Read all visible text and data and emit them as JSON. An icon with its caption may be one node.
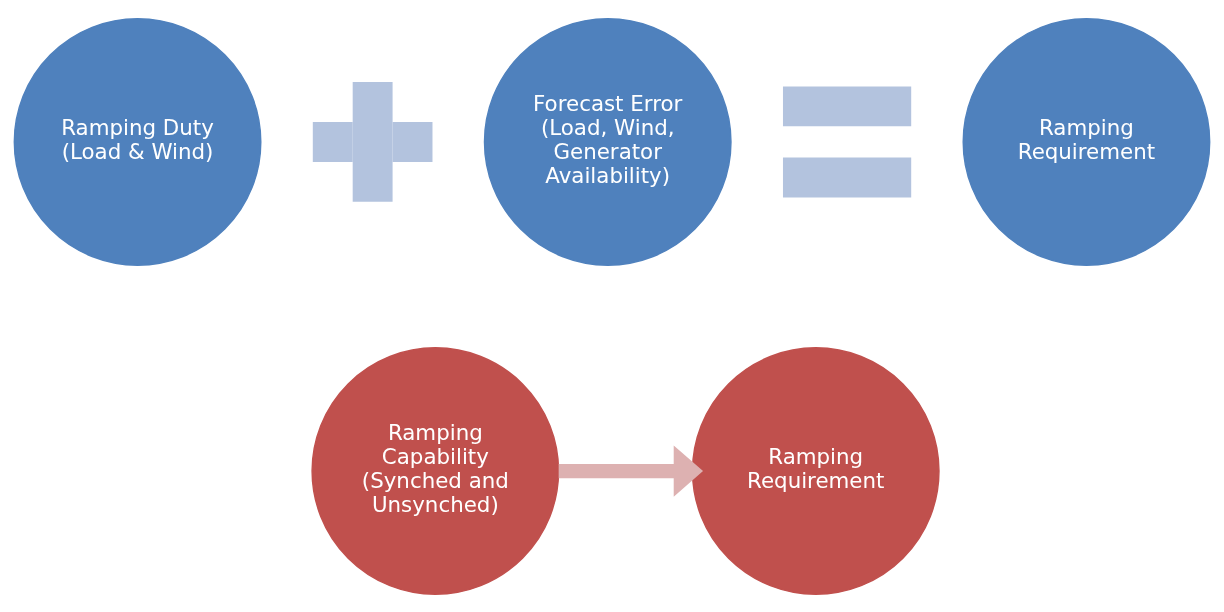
{
  "diagram": {
    "nodes": [
      {
        "text": [
          "Ramping Duty",
          "(Load & Wind)"
        ]
      },
      {
        "text": [],
        "shape": "plus"
      },
      {
        "text": [
          "Forecast Error",
          "(Load, Wind, Generator Availability)"
        ]
      },
      {
        "text": [],
        "shape": "equals"
      },
      {
        "text": [
          "Ramping Requirement"
        ]
      },
      {
        "text": [
          "Ramping Capability",
          "(Synched and Unsynched)"
        ]
      },
      {
        "text": [
          "Ramping Requirement"
        ]
      }
    ],
    "edges": [
      {
        "from": 5,
        "to": 6,
        "arrow": "to",
        "color": "#ddb1b1"
      }
    ]
  }
}
